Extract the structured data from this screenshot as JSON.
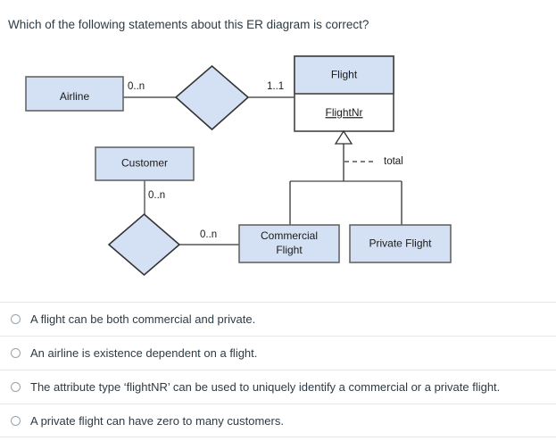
{
  "question": {
    "prompt": "Which of the following statements about this ER diagram is correct?"
  },
  "diagram": {
    "type": "er-diagram",
    "entities": [
      {
        "id": "airline",
        "label": "Airline"
      },
      {
        "id": "flight",
        "label": "Flight",
        "attribute": "FlightNr",
        "attribute_is_key": true
      },
      {
        "id": "customer",
        "label": "Customer"
      },
      {
        "id": "commercial_flight",
        "label_line1": "Commercial",
        "label_line2": "Flight"
      },
      {
        "id": "private_flight",
        "label": "Private Flight"
      }
    ],
    "relationships": [
      {
        "id": "airline-flight",
        "shape": "diamond",
        "label": ""
      },
      {
        "id": "customer-commercial",
        "shape": "diamond",
        "label": ""
      }
    ],
    "cardinalities": [
      {
        "id": "airline-side",
        "value": "0..n"
      },
      {
        "id": "flight-side",
        "value": "1..1"
      },
      {
        "id": "customer-side",
        "value": "0..n"
      },
      {
        "id": "commercial-side",
        "value": "0..n"
      }
    ],
    "generalization": {
      "parent": "Flight",
      "children": [
        "Commercial Flight",
        "Private Flight"
      ],
      "constraint_label": "total"
    },
    "colors": {
      "entity_fill": "#d4e1f4",
      "entity_stroke": "#666666",
      "attribute_fill": "#ffffff",
      "line": "#333333"
    }
  },
  "options": [
    {
      "id": "opt-1",
      "label": "A flight can be both commercial and private.",
      "selected": false
    },
    {
      "id": "opt-2",
      "label": "An airline is existence dependent on a flight.",
      "selected": false
    },
    {
      "id": "opt-3",
      "label": "The attribute type ‘flightNR’ can be used to uniquely identify a commercial or a private flight.",
      "selected": false
    },
    {
      "id": "opt-4",
      "label": "A private flight can have zero to many customers.",
      "selected": false
    }
  ]
}
